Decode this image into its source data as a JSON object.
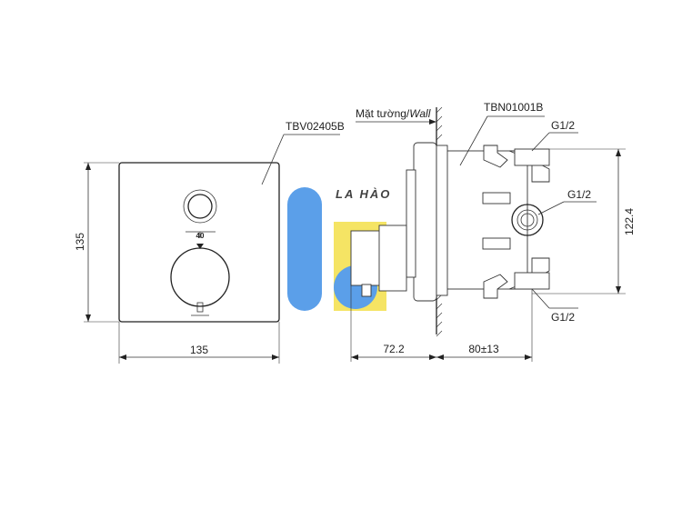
{
  "front_view": {
    "model": "TBV02405B",
    "width_dim": "135",
    "height_dim": "135",
    "indicator_value": "40"
  },
  "side_view": {
    "wall_label": "Mặt tường/",
    "wall_label_en": "Wall",
    "model": "TBN01001B",
    "depth_trim": "72.2",
    "depth_body": "80±13",
    "height_dim": "122.4",
    "port_top": "G1/2",
    "port_center": "G1/2",
    "port_bottom": "G1/2"
  },
  "watermark": {
    "text": "LA HÀO",
    "colors": {
      "blue": "#3f8fe6",
      "yellow": "#f4e04a"
    }
  }
}
